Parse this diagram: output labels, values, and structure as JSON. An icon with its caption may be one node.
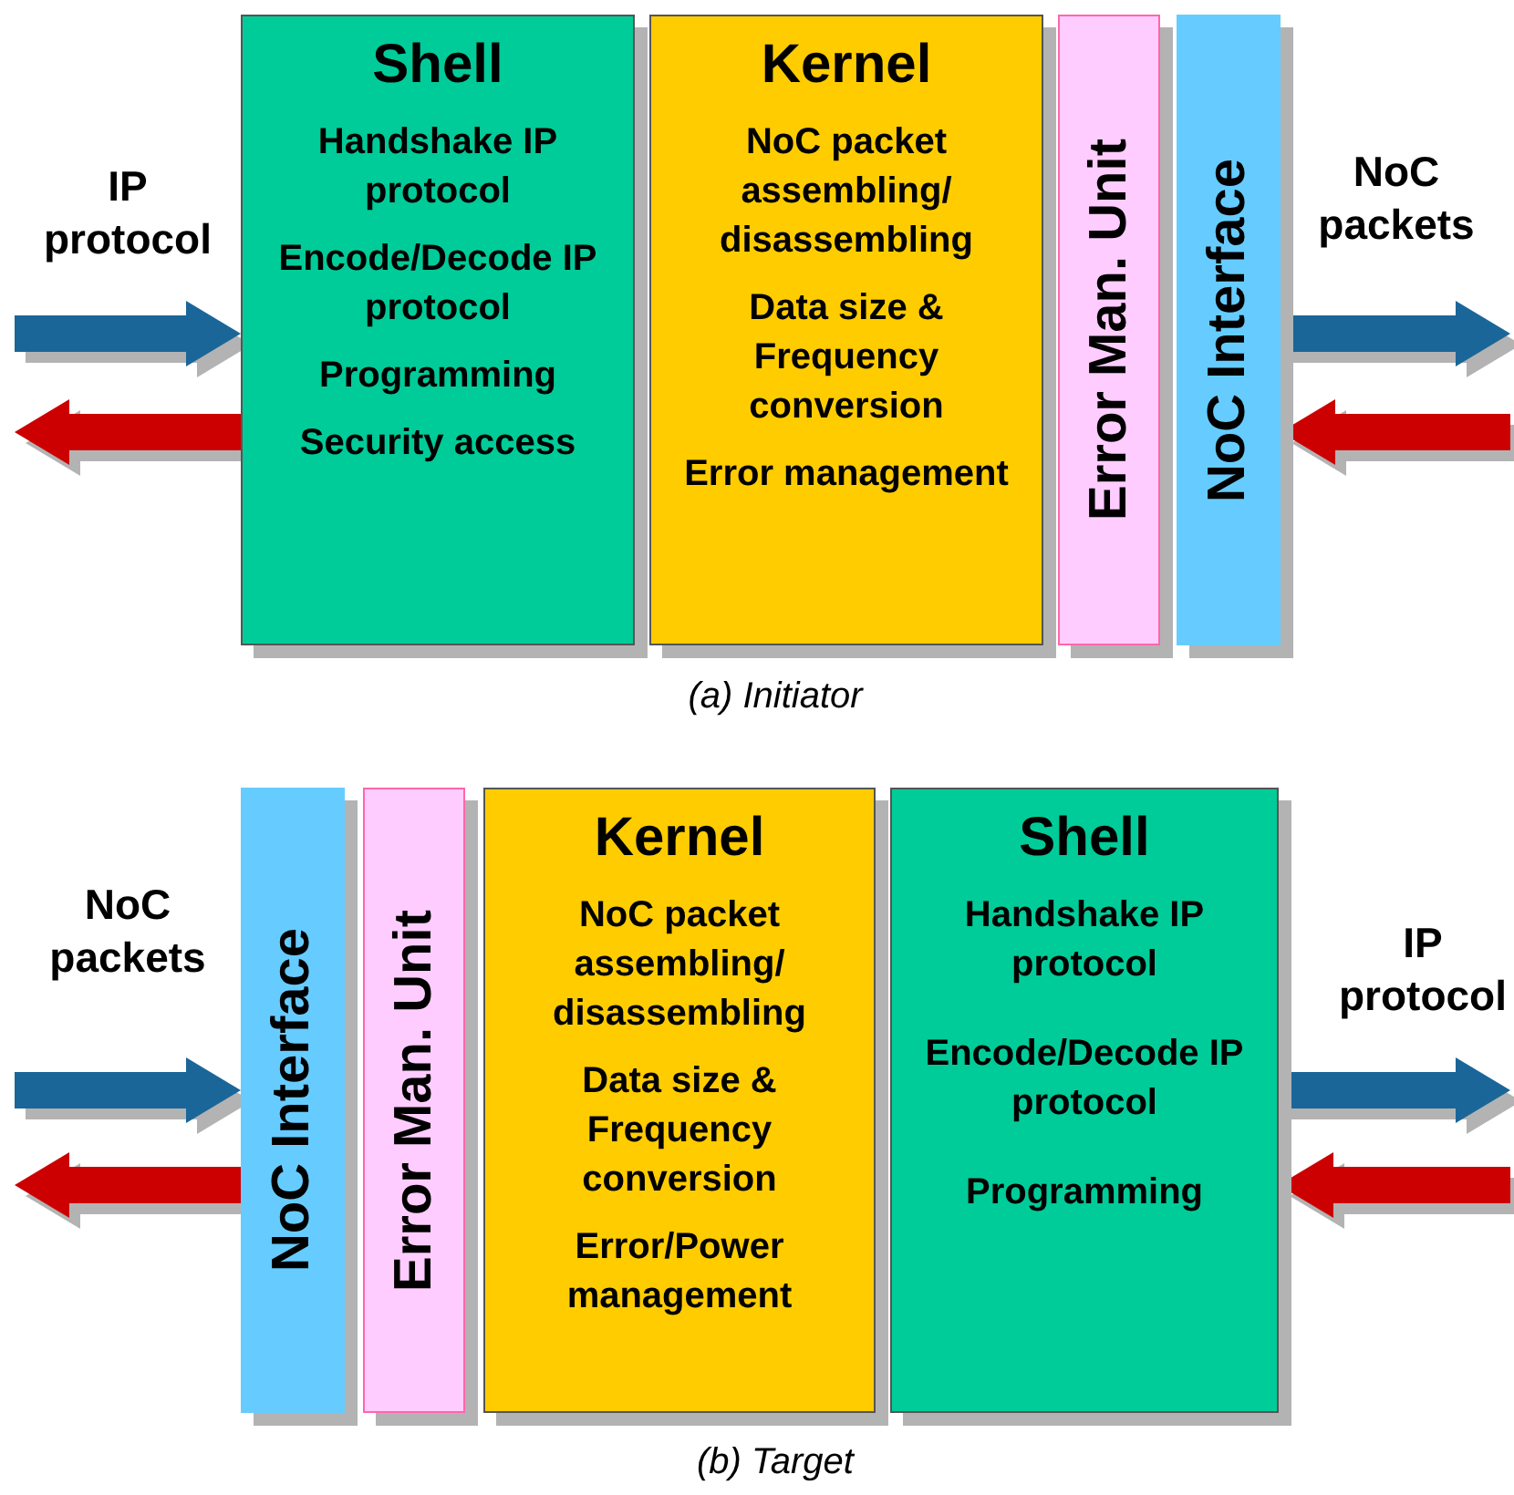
{
  "diagram": {
    "nodes": [
      {
        "text": [
          "Shell",
          "Handshake IP protocol",
          "Encode/Decode IP protocol",
          "Programming",
          "Security access"
        ]
      },
      {
        "text": [
          "Kernel",
          "NoC packet assembling/ disassembling",
          "Data size & Frequency conversion",
          "Error management"
        ]
      },
      {
        "text": [
          "Error Man. Unit"
        ]
      },
      {
        "text": [
          "NoC Interface"
        ]
      },
      {
        "text": [
          "NoC Interface"
        ]
      },
      {
        "text": [
          "Error Man. Unit"
        ]
      },
      {
        "text": [
          "Kernel",
          "NoC packet assembling/ disassembling",
          "Data size & Frequency conversion",
          "Error/Power management"
        ]
      },
      {
        "text": [
          "Shell",
          "Handshake IP protocol",
          "Encode/Decode IP protocol",
          "Programming"
        ]
      }
    ],
    "edges": [
      {
        "from": null,
        "to": 0,
        "arrow": "to",
        "color": "#1a6699"
      },
      {
        "from": 0,
        "to": null,
        "arrow": "to",
        "color": "#cc0000"
      },
      {
        "from": 3,
        "to": null,
        "arrow": "to",
        "color": "#1a6699"
      },
      {
        "from": null,
        "to": 3,
        "arrow": "to",
        "color": "#cc0000"
      },
      {
        "from": null,
        "to": 4,
        "arrow": "to",
        "color": "#1a6699"
      },
      {
        "from": 4,
        "to": null,
        "arrow": "to",
        "color": "#cc0000"
      },
      {
        "from": 7,
        "to": null,
        "arrow": "to",
        "color": "#1a6699"
      },
      {
        "from": null,
        "to": 7,
        "arrow": "to",
        "color": "#cc0000"
      }
    ],
    "labels": [
      "IP protocol",
      "NoC packets",
      "(a) Initiator",
      "NoC packets",
      "IP protocol",
      "(b) Target"
    ]
  }
}
